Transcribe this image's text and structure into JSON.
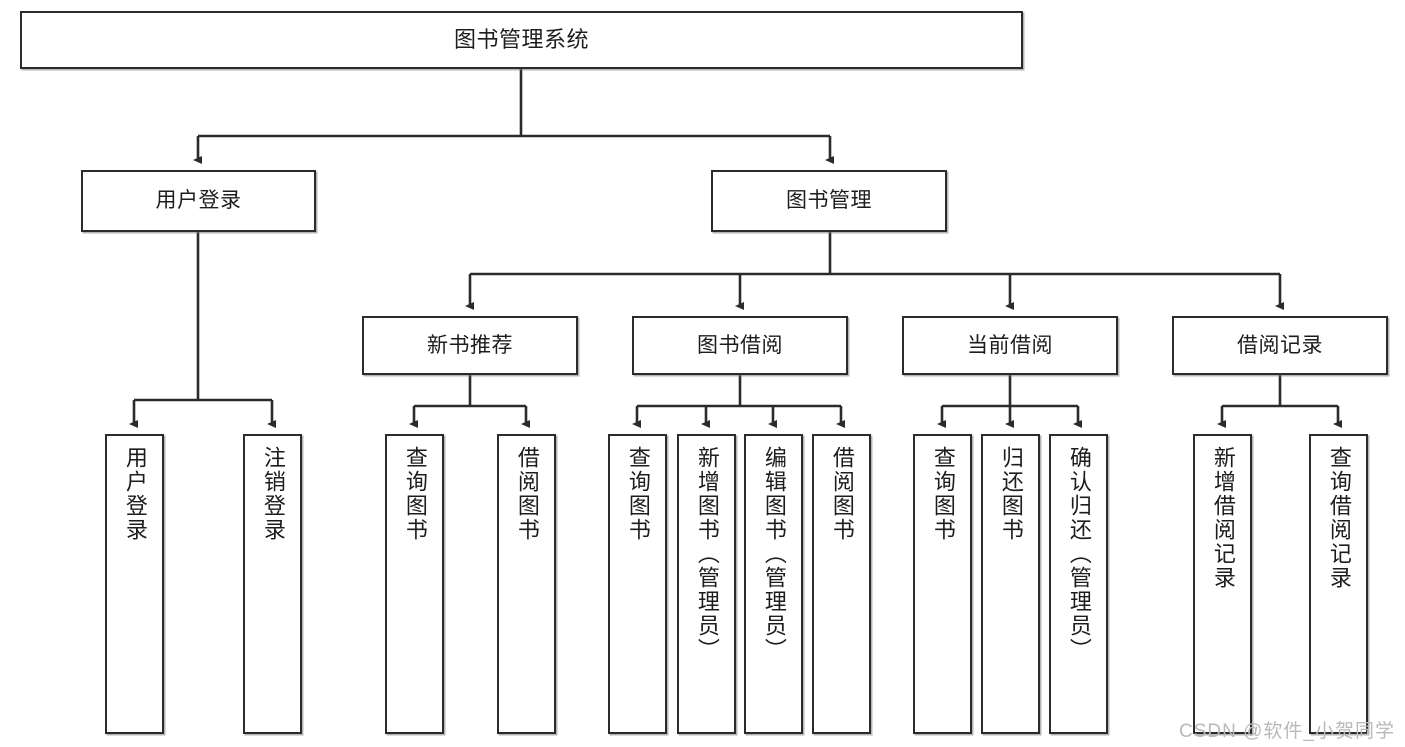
{
  "diagram": {
    "type": "tree",
    "title": "图书管理系统",
    "watermark": "CSDN @软件_小贺同学",
    "colors": {
      "box_border": "#2b2b2b",
      "box_fill": "#ffffff",
      "line": "#2b2b2b",
      "text": "#1d1d1d",
      "watermark": "#b9b9b9"
    },
    "nodes": {
      "root": {
        "label": "图书管理系统"
      },
      "level2": [
        {
          "label": "用户登录"
        },
        {
          "label": "图书管理"
        }
      ],
      "level3": [
        {
          "label": "新书推荐"
        },
        {
          "label": "图书借阅"
        },
        {
          "label": "当前借阅"
        },
        {
          "label": "借阅记录"
        }
      ],
      "leaves": {
        "user_login": [
          {
            "label": "用户登录"
          },
          {
            "label": "注销登录"
          }
        ],
        "new_book": [
          {
            "label": "查询图书"
          },
          {
            "label": "借阅图书"
          }
        ],
        "book_borrow": [
          {
            "label": "查询图书"
          },
          {
            "label": "新增图书（管理员）"
          },
          {
            "label": "编辑图书（管理员）"
          },
          {
            "label": "借阅图书"
          }
        ],
        "current_borrow": [
          {
            "label": "查询图书"
          },
          {
            "label": "归还图书"
          },
          {
            "label": "确认归还（管理员）"
          }
        ],
        "borrow_record": [
          {
            "label": "新增借阅记录"
          },
          {
            "label": "查询借阅记录"
          }
        ]
      }
    }
  }
}
